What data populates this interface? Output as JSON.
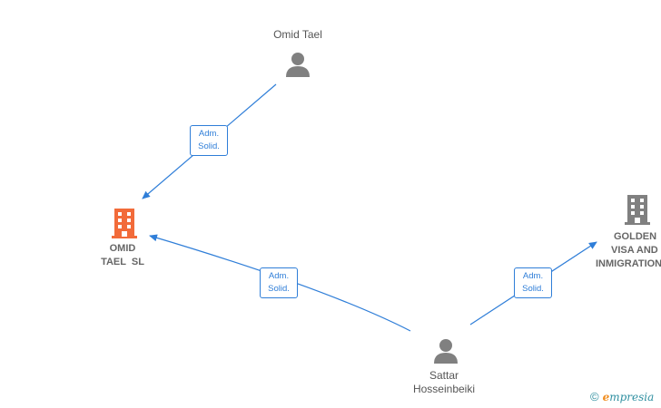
{
  "nodes": {
    "omid_tael": {
      "name": "Omid Tael"
    },
    "omid_tael_sl": {
      "line1": "OMID",
      "line2": "TAEL  SL"
    },
    "golden_visa": {
      "line1": "GOLDEN",
      "line2": "VISA AND",
      "line3": "INMIGRATION"
    },
    "sattar": {
      "line1": "Sattar",
      "line2": "Hosseinbeiki"
    }
  },
  "edges": [
    {
      "line1": "Adm.",
      "line2": "Solid."
    },
    {
      "line1": "Adm.",
      "line2": "Solid."
    },
    {
      "line1": "Adm.",
      "line2": "Solid."
    }
  ],
  "brand": {
    "copyright": "©",
    "e": "e",
    "rest": "mpresia"
  },
  "colors": {
    "edge": "#2f7ed8",
    "company_main": "#f26b3a",
    "company_other": "#808080",
    "person": "#808080"
  }
}
